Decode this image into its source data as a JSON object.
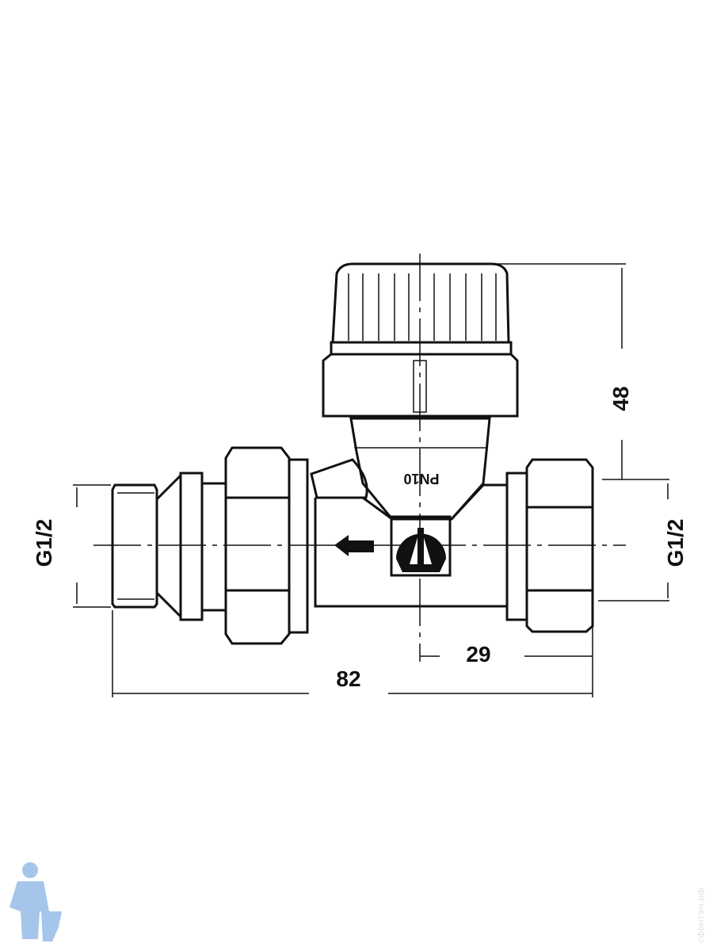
{
  "drawing": {
    "dimensions": {
      "height": "48",
      "thread_left": "G1/2",
      "thread_right": "G1/2",
      "offset": "29",
      "length": "82"
    },
    "body_marking": "PN10",
    "watermark": "сфонтан.рф",
    "colors": {
      "line": "#111111",
      "watermark": "#8fb8e6"
    }
  }
}
